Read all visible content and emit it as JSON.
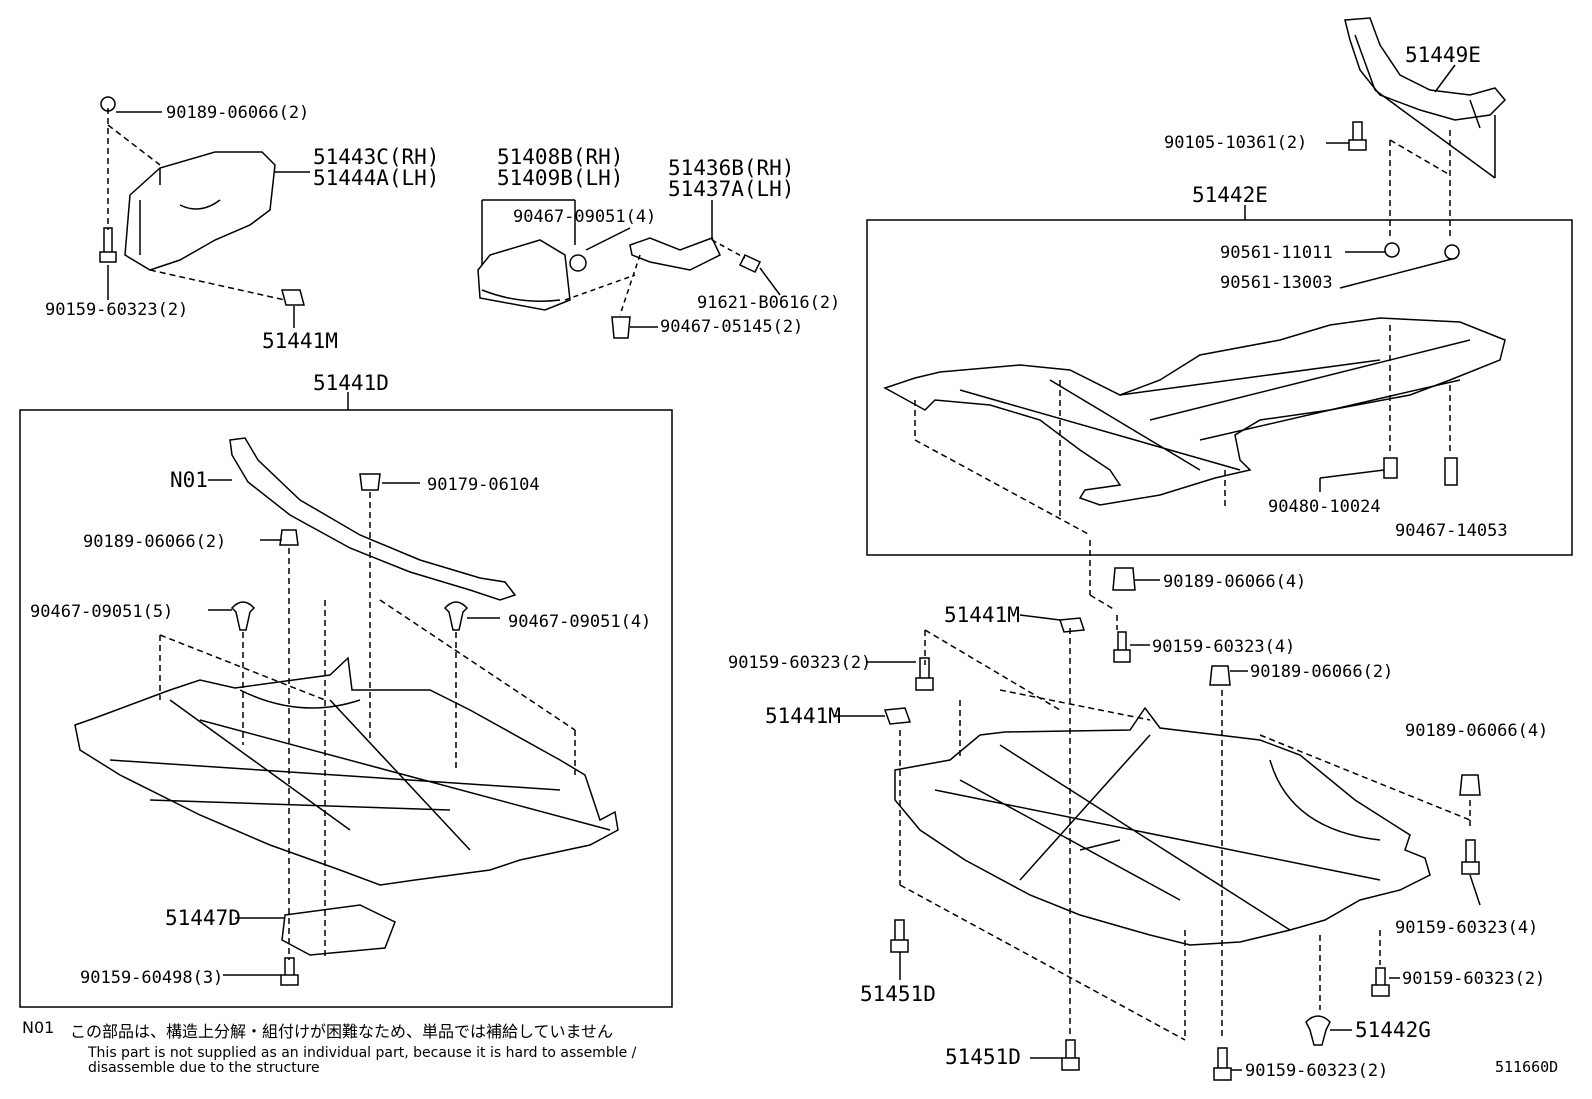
{
  "labels": {
    "l_51449E": "51449E",
    "l_90105": "90105-10361(2)",
    "l_51442E": "51442E",
    "l_90561_11011": "90561-11011",
    "l_90561_13003": "90561-13003",
    "l_90480": "90480-10024",
    "l_90467_14053": "90467-14053",
    "l_90189_r4a": "90189-06066(4)",
    "l_51441M_r1": "51441M",
    "l_90159_r4a": "90159-60323(4)",
    "l_90159_r2a": "90159-60323(2)",
    "l_90189_r2": "90189-06066(2)",
    "l_51441M_r2": "51441M",
    "l_90189_r4b": "90189-06066(4)",
    "l_90159_r4b": "90159-60323(4)",
    "l_90159_r2b": "90159-60323(2)",
    "l_51451D_a": "51451D",
    "l_51442G": "51442G",
    "l_51451D_b": "51451D",
    "l_90159_r2c": "90159-60323(2)",
    "l_90189_tl": "90189-06066(2)",
    "l_51443C": "51443C(RH)",
    "l_51444A": "51444A(LH)",
    "l_90159_tl": "90159-60323(2)",
    "l_51441M_tl": "51441M",
    "l_51408B": "51408B(RH)",
    "l_51409B": "51409B(LH)",
    "l_90467_09051_4a": "90467-09051(4)",
    "l_51436B": "51436B(RH)",
    "l_51437A": "51437A(LH)",
    "l_91621": "91621-B0616(2)",
    "l_90467_05145": "90467-05145(2)",
    "l_51441D": "51441D",
    "l_N01": "N01",
    "l_90179": "90179-06104",
    "l_90189_l": "90189-06066(2)",
    "l_90467_09051_5": "90467-09051(5)",
    "l_90467_09051_4b": "90467-09051(4)",
    "l_51447D": "51447D",
    "l_90159_60498": "90159-60498(3)"
  },
  "footnote": {
    "code": "N01",
    "japanese": "この部品は、構造上分解・組付けが困難なため、単品では補給していません",
    "english_line1": "This part is not supplied as an individual part, because it is hard to assemble /",
    "english_line2": "disassemble due to the structure"
  },
  "diagram_code": "511660D"
}
